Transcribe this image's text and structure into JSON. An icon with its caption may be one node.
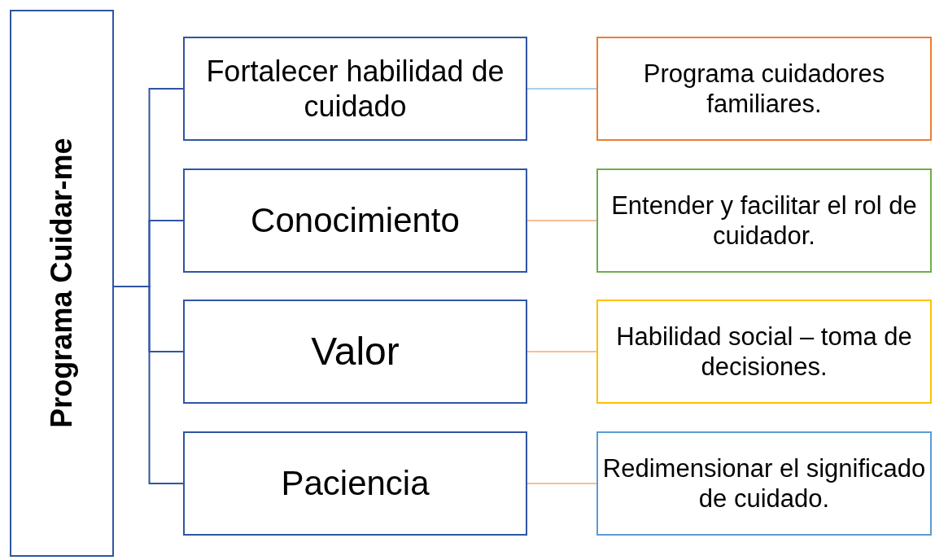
{
  "diagram": {
    "nodes": [
      {
        "text": [
          "Programa Cuidar-me"
        ]
      },
      {
        "text": [
          "Fortalecer habilidad de cuidado"
        ]
      },
      {
        "text": [
          "Programa  cuidadores familiares."
        ]
      },
      {
        "text": [
          "Conocimiento"
        ]
      },
      {
        "text": [
          "Entender y facilitar el rol de cuidador."
        ]
      },
      {
        "text": [
          "Valor"
        ]
      },
      {
        "text": [
          "Habilidad social – toma de decisiones."
        ]
      },
      {
        "text": [
          "Paciencia"
        ]
      },
      {
        "text": [
          "Redimensionar el significado de cuidado."
        ]
      }
    ],
    "edges": [
      {
        "from": 0,
        "to": 1,
        "arrow": "none"
      },
      {
        "from": 0,
        "to": 3,
        "arrow": "none"
      },
      {
        "from": 0,
        "to": 5,
        "arrow": "none"
      },
      {
        "from": 0,
        "to": 7,
        "arrow": "none"
      },
      {
        "from": 1,
        "to": 2,
        "arrow": "none",
        "color": "#5b9bd5"
      },
      {
        "from": 3,
        "to": 4,
        "arrow": "none",
        "color": "#ed7d31"
      },
      {
        "from": 5,
        "to": 6,
        "arrow": "none",
        "color": "#ed7d31"
      },
      {
        "from": 7,
        "to": 8,
        "arrow": "none",
        "color": "#ed7d31"
      }
    ]
  }
}
